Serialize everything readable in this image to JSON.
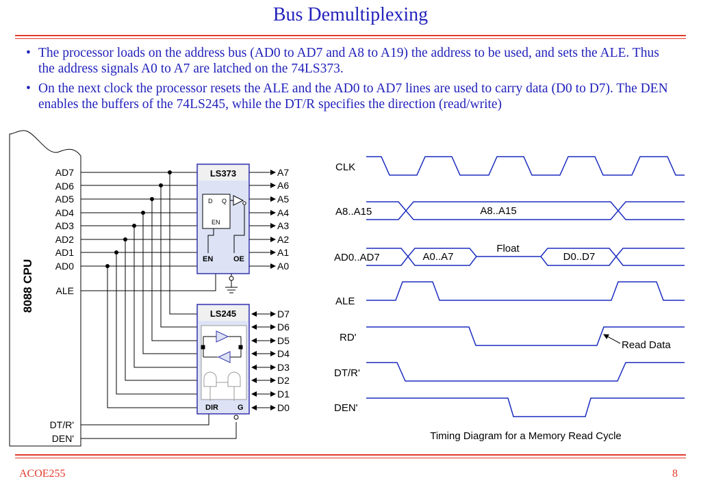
{
  "slide": {
    "title": "Bus Demultiplexing",
    "bullets": [
      "The processor loads on the address bus (AD0 to AD7 and A8 to A19) the address to be used, and sets the ALE. Thus the address signals A0 to A7 are latched on the 74LS373.",
      "On the next clock the processor resets the ALE and the AD0 to AD7 lines are used to carry data (D0 to D7). The DEN enables the buffers of the 74LS245, while the DT/R specifies the direction (read/write)"
    ],
    "bullet_marker": "•",
    "footer_left": "ACOE255",
    "footer_right": "8"
  },
  "colors": {
    "title": "#2222bb",
    "rule": "#e23a2a",
    "chip_fill": "#dde3f5",
    "chip_border": "#3333aa",
    "timing": "#1a2bbf"
  },
  "cpu": {
    "label": "8088 CPU",
    "pins": [
      "AD7",
      "AD6",
      "AD5",
      "AD4",
      "AD3",
      "AD2",
      "AD1",
      "AD0"
    ],
    "ale": "ALE",
    "dtr": "DT/R'",
    "den": "DEN'"
  },
  "ls373": {
    "title": "LS373",
    "d_label": "D",
    "q_label": "Q",
    "en_inner": "EN",
    "en": "EN",
    "oe": "OE",
    "outputs": [
      "A7",
      "A6",
      "A5",
      "A4",
      "A3",
      "A2",
      "A1",
      "A0"
    ]
  },
  "ls245": {
    "title": "LS245",
    "dir": "DIR",
    "g": "G",
    "outputs": [
      "D7",
      "D6",
      "D5",
      "D4",
      "D3",
      "D2",
      "D1",
      "D0"
    ]
  },
  "timing": {
    "signals": [
      "CLK",
      "A8..A15",
      "AD0..AD7",
      "ALE",
      "RD'",
      "DT/R'",
      "DEN'"
    ],
    "bus_a8": "A8..A15",
    "bus_ad_addr": "A0..A7",
    "bus_ad_float": "Float",
    "bus_ad_data": "D0..D7",
    "read_data": "Read Data",
    "caption": "Timing Diagram for a Memory Read Cycle"
  }
}
